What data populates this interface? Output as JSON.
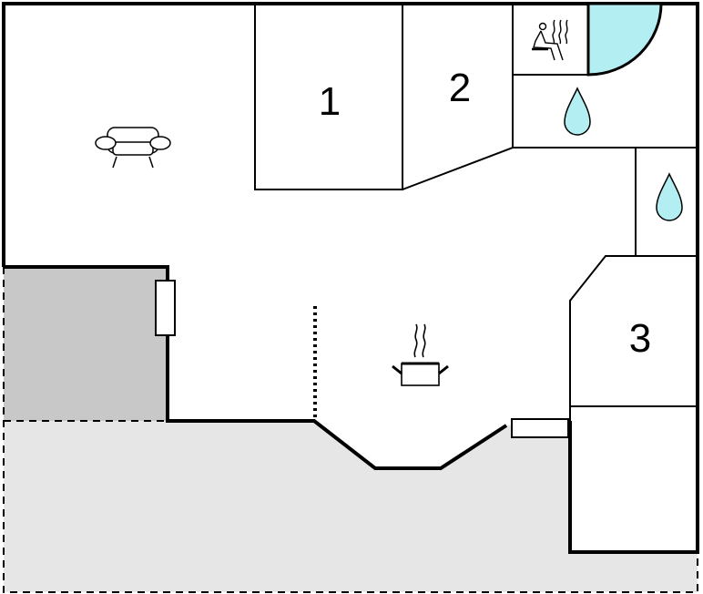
{
  "floorplan": {
    "rooms": [
      {
        "id": "bedroom-1",
        "label": "1"
      },
      {
        "id": "bedroom-2",
        "label": "2"
      },
      {
        "id": "bedroom-3",
        "label": "3"
      }
    ],
    "icons": {
      "living": "sofa-icon",
      "kitchen": "cooking-pot-icon",
      "sauna": "sauna-icon",
      "bathroom_1": "water-drop-icon",
      "bathroom_2": "water-drop-icon",
      "pool": "pool-quarter-circle"
    },
    "colors": {
      "wall": "#000000",
      "terrace": "#e6e6e6",
      "covered_terrace": "#c8c8c8",
      "water": "#b3eef3"
    }
  }
}
